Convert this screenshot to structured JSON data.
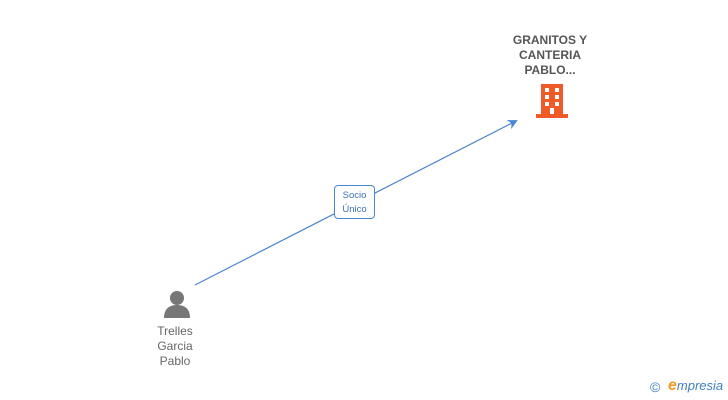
{
  "company": {
    "name_lines": [
      "GRANITOS Y",
      "CANTERIA",
      "PABLO..."
    ],
    "icon": "building-icon",
    "icon_color": "#f05a28"
  },
  "relationship": {
    "label_lines": [
      "Socio",
      "Único"
    ],
    "line_color": "#4a86d4"
  },
  "person": {
    "name_lines": [
      "Trelles",
      "Garcia",
      "Pablo"
    ],
    "icon": "person-icon",
    "icon_color": "#777777"
  },
  "footer": {
    "copyright_symbol": "©",
    "brand_initial": "e",
    "brand_rest": "mpresia",
    "brand_color": "#3f7fbf",
    "brand_accent": "#f39a1e"
  }
}
